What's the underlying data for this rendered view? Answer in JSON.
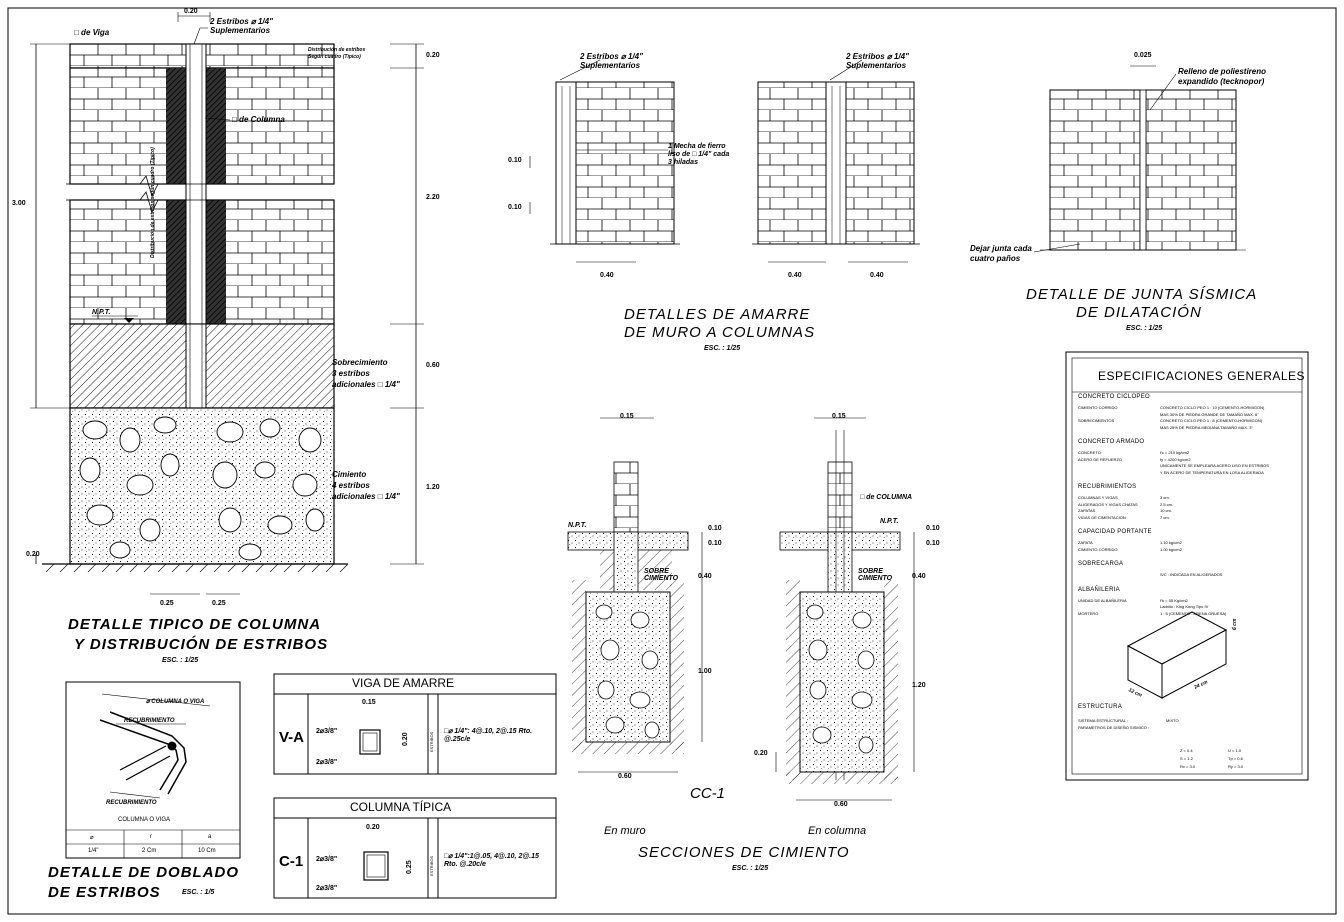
{
  "column_detail": {
    "title_1": "DETALLE TIPICO DE COLUMNA",
    "title_2": "Y DISTRIBUCIÓN DE ESTRIBOS",
    "scale": "ESC. : 1/25",
    "viga_label": "□ de Viga",
    "top_dim": "0.20",
    "estribos_label_1": "2 Estribos ⌀ 1/4\"",
    "estribos_label_2": "Suplementarios",
    "dist_label_1": "Distribución de estribos",
    "dist_label_2": "Según cuadro (Típico)",
    "columna_label": "□ de Columna",
    "vertical_label": "Distribución de estribos según cuadro (Típico)",
    "npt": "N.P.T.",
    "sobrecimiento_1": "Sobrecimiento",
    "sobrecimiento_2": "3 estribos",
    "sobrecimiento_3": "adicionales □ 1/4\"",
    "cimiento_1": "Cimiento",
    "cimiento_2": "4 estribos",
    "cimiento_3": "adicionales □ 1/4\"",
    "dim_total": "3.00",
    "dim_020_top": "0.20",
    "dim_220": "2.20",
    "dim_060": "0.60",
    "dim_120": "1.20",
    "dim_020_bottom": "0.20",
    "dim_025_a": "0.25",
    "dim_025_b": "0.25"
  },
  "amarre": {
    "title_1": "DETALLES DE AMARRE",
    "title_2": "DE MURO A COLUMNAS",
    "scale": "ESC. : 1/25",
    "estribos_a_1": "2 Estribos ⌀ 1/4\"",
    "estribos_a_2": "Suplementarios",
    "estribos_b_1": "2 Estribos ⌀ 1/4\"",
    "estribos_b_2": "Suplementarios",
    "mecha_1": "1 Mecha de fierro",
    "mecha_2": "liso de □ 1/4\" cada",
    "mecha_3": "3 hiladas",
    "dim_010_a": "0.10",
    "dim_010_b": "0.10",
    "dim_040_a": "0.40",
    "dim_040_b": "0.40",
    "dim_040_c": "0.40"
  },
  "junta": {
    "title_1": "DETALLE DE JUNTA SÍSMICA",
    "title_2": "DE DILATACIÓN",
    "scale": "ESC. : 1/25",
    "dim_0025": "0.025",
    "relleno_1": "Relleno de poliestireno",
    "relleno_2": "expandido (tecknopor)",
    "dejar_1": "Dejar junta cada",
    "dejar_2": "cuatro paños"
  },
  "specs": {
    "header": "ESPECIFICACIONES GENERALES",
    "sections": [
      {
        "name": "CONCRETO CICLOPEO",
        "rows": [
          [
            "CIMIENTO CORRIDO",
            "CONCRETO CICLO PEO 1 : 10 (CEMENTO-HORMIGON)"
          ],
          [
            "",
            "MAS 30% DE PIEDRA GRANDE DE TAMAÑO MAX. 6\""
          ],
          [
            "SOBRECIMIENTOS",
            "CONCRETO CICLO PEO 1 : 8 (CEMENTO-HORMIGON)"
          ],
          [
            "",
            "MAS 25% DE PIEDRA MEDIANA TAMAÑO MAX. 3\""
          ]
        ]
      },
      {
        "name": "CONCRETO ARMADO",
        "rows": [
          [
            "CONCRETO",
            "f'c = 210 kg/cm2"
          ],
          [
            "ACERO DE REFUERZO",
            "fy = 4200 kg/cm2"
          ],
          [
            "",
            "UNICAMENTE SE EMPLEARA ACERO LISO EN ESTRIBOS"
          ],
          [
            "",
            "Y EN ACERO DE TEMPERATURA EN LOSA ALIGERADA"
          ]
        ]
      },
      {
        "name": "RECUBRIMIENTOS",
        "rows": [
          [
            "COLUMNAS Y VIGAS",
            "3 cm."
          ],
          [
            "ALIGERADOS Y VIGAS CHATAS",
            "2.5 cm."
          ],
          [
            "ZAPATAS",
            "10 cm."
          ],
          [
            "VIGAS DE CIMENTACION",
            "7 cm."
          ]
        ]
      },
      {
        "name": "CAPACIDAD PORTANTE",
        "rows": [
          [
            "ZAPATA",
            "1.10 kg/cm2"
          ],
          [
            "CIMIENTO CORRIDO",
            "1.00 kg/cm2"
          ]
        ]
      },
      {
        "name": "SOBRECARGA",
        "rows": [
          [
            "",
            "S/C : INDICADA EN ALIGERADOS"
          ]
        ]
      },
      {
        "name": "ALBAÑILERIA",
        "rows": [
          [
            "UNIDAD DE ALBAÑILERIA",
            "f'b = 55 Kg/cm2"
          ],
          [
            "",
            "Ladrillo : King Kong Tipo IV"
          ],
          [
            "MORTERO",
            "1 : 5 (CEMENTO - ARENA GRUESA)"
          ]
        ]
      }
    ],
    "brick_dim_1": "6 cm",
    "brick_dim_2": "12 cm",
    "brick_dim_3": "24 cm",
    "estructura": "ESTRUCTURA",
    "est_rows": [
      [
        "SISTEMA ESTRUCTURAL :",
        "MIXTO"
      ],
      [
        "PARAMETROS DE DISEÑO SISMICO :",
        ""
      ]
    ],
    "params": [
      "Z = 0.4",
      "U = 1.0",
      "S = 1.2",
      "Tp = 0.6",
      "Rx = 3.0",
      "Ry = 3.0"
    ]
  },
  "cimiento": {
    "title": "SECCIONES DE CIMIENTO",
    "scale": "ESC. : 1/25",
    "code": "CC-1",
    "en_muro": "En muro",
    "en_columna": "En columna",
    "dim_015_a": "0.15",
    "dim_015_b": "0.15",
    "npt_a": "N.P.T.",
    "npt_b": "N.P.T.",
    "sobre_a_1": "SOBRE",
    "sobre_a_2": "CIMIENTO",
    "sobre_b_1": "SOBRE",
    "sobre_b_2": "CIMIENTO",
    "columna_lbl": "□ de COLUMNA",
    "dim_010_1": "0.10",
    "dim_010_2": "0.10",
    "dim_010_3": "0.10",
    "dim_010_4": "0.10",
    "dim_040_a": "0.40",
    "dim_040_b": "0.40",
    "dim_100": "1.00",
    "dim_120": "1.20",
    "dim_020": "0.20",
    "dim_060_a": "0.60",
    "dim_060_b": "0.60"
  },
  "doblado": {
    "title_1": "DETALLE DE DOBLADO",
    "title_2": "DE ESTRIBOS",
    "scale": "ESC. : 1/5",
    "lbl_columna_viga": "⌀ COLUMNA O VIGA",
    "lbl_recubrimiento_1": "RECUBRIMIENTO",
    "lbl_recubrimiento_2": "RECUBRIMIENTO",
    "lbl_table_title": "COLUMNA O VIGA",
    "table_head": [
      "⌀",
      "r",
      "a"
    ],
    "table_row": [
      "1/4\"",
      "2 Cm",
      "10 Cm"
    ]
  },
  "viga": {
    "header": "VIGA DE AMARRE",
    "code": "V-A",
    "dim_w": "0.15",
    "dim_h": "0.20",
    "bars_top": "2⌀3/8\"",
    "bars_bot": "2⌀3/8\"",
    "estribos_side": "ESTRIBOS",
    "estribos_1": "□⌀ 1/4\": 4@.10, 2@.15 Rto.",
    "estribos_2": "@.25c/e"
  },
  "columna": {
    "header": "COLUMNA TÍPICA",
    "code": "C-1",
    "dim_w": "0.20",
    "dim_h": "0.25",
    "bars_top": "2⌀3/8\"",
    "bars_bot": "2⌀3/8\"",
    "estribos_side": "ESTRIBOS",
    "estribos_1": "□⌀ 1/4\":1@.05, 4@.10, 2@.15",
    "estribos_2": "Rto. @.20c/e"
  }
}
